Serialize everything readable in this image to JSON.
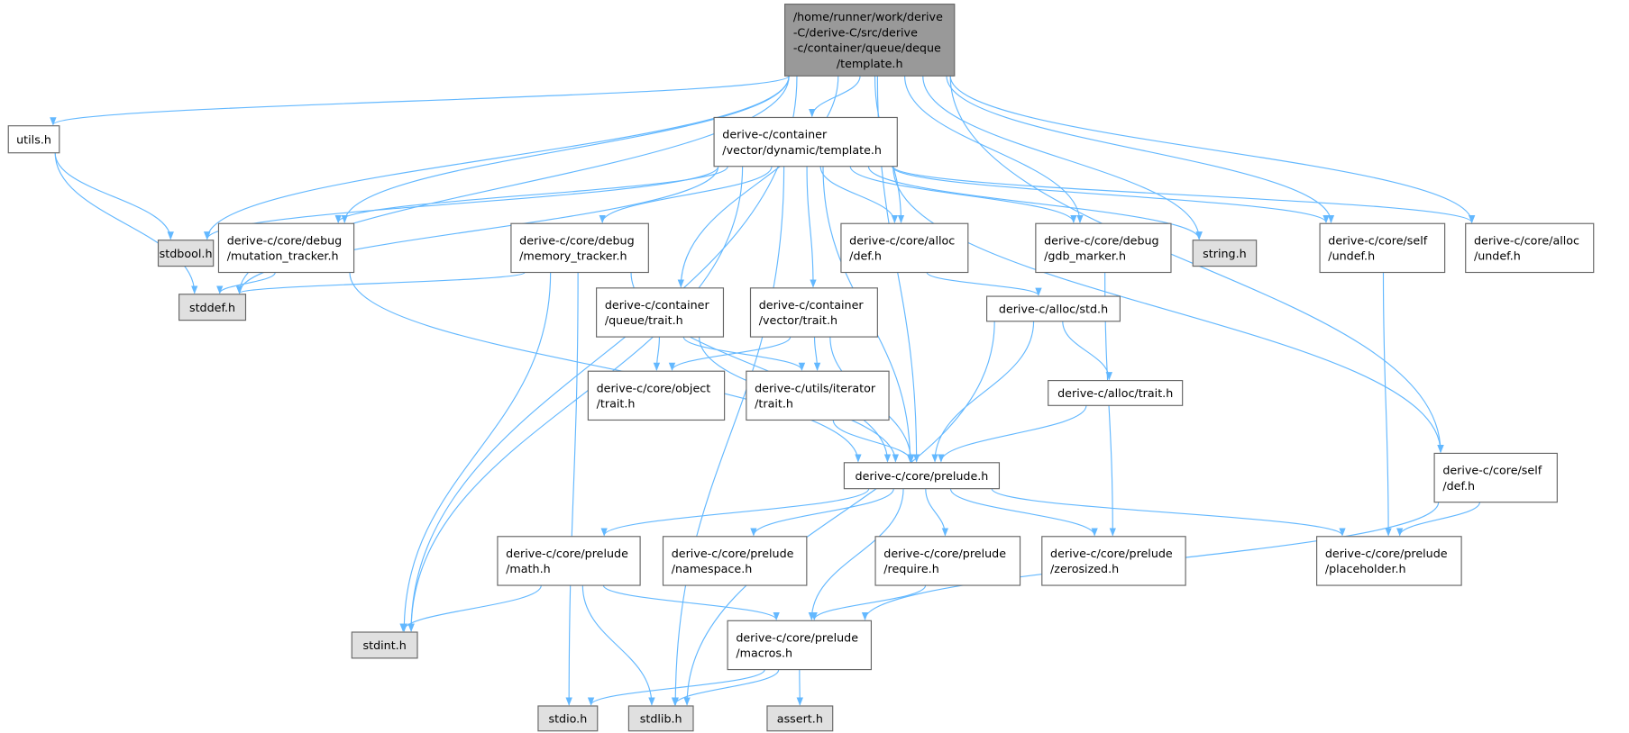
{
  "colors": {
    "edge": "#63b8ff",
    "root_fill": "#999999",
    "system_fill": "#e0e0e0",
    "local_fill": "#ffffff",
    "border": "#666666"
  },
  "nodes": [
    {
      "id": "root",
      "kind": "root",
      "lines": [
        "/home/runner/work/derive",
        "-C/derive-C/src/derive",
        "-c/container/queue/deque",
        "/template.h"
      ]
    },
    {
      "id": "utils",
      "kind": "local",
      "lines": [
        "utils.h"
      ]
    },
    {
      "id": "stdbool",
      "kind": "system",
      "lines": [
        "stdbool.h"
      ]
    },
    {
      "id": "mutation",
      "kind": "local",
      "lines": [
        "derive-c/core/debug",
        "/mutation_tracker.h"
      ]
    },
    {
      "id": "memory",
      "kind": "local",
      "lines": [
        "derive-c/core/debug",
        "/memory_tracker.h"
      ]
    },
    {
      "id": "stddef",
      "kind": "system",
      "lines": [
        "stddef.h"
      ]
    },
    {
      "id": "dynamic",
      "kind": "local",
      "lines": [
        "derive-c/container",
        "/vector/dynamic/template.h"
      ]
    },
    {
      "id": "allocdef",
      "kind": "local",
      "lines": [
        "derive-c/core/alloc",
        "/def.h"
      ]
    },
    {
      "id": "gdb",
      "kind": "local",
      "lines": [
        "derive-c/core/debug",
        "/gdb_marker.h"
      ]
    },
    {
      "id": "string",
      "kind": "system",
      "lines": [
        "string.h"
      ]
    },
    {
      "id": "selfundef",
      "kind": "local",
      "lines": [
        "derive-c/core/self",
        "/undef.h"
      ]
    },
    {
      "id": "allocundef",
      "kind": "local",
      "lines": [
        "derive-c/core/alloc",
        "/undef.h"
      ]
    },
    {
      "id": "queuetrait",
      "kind": "local",
      "lines": [
        "derive-c/container",
        "/queue/trait.h"
      ]
    },
    {
      "id": "vectortrait",
      "kind": "local",
      "lines": [
        "derive-c/container",
        "/vector/trait.h"
      ]
    },
    {
      "id": "allocstd",
      "kind": "local",
      "lines": [
        "derive-c/alloc/std.h"
      ]
    },
    {
      "id": "objecttrait",
      "kind": "local",
      "lines": [
        "derive-c/core/object",
        "/trait.h"
      ]
    },
    {
      "id": "itertrait",
      "kind": "local",
      "lines": [
        "derive-c/utils/iterator",
        "/trait.h"
      ]
    },
    {
      "id": "alloctrait",
      "kind": "local",
      "lines": [
        "derive-c/alloc/trait.h"
      ]
    },
    {
      "id": "prelude",
      "kind": "local",
      "lines": [
        "derive-c/core/prelude.h"
      ]
    },
    {
      "id": "selfdef",
      "kind": "local",
      "lines": [
        "derive-c/core/self",
        "/def.h"
      ]
    },
    {
      "id": "math",
      "kind": "local",
      "lines": [
        "derive-c/core/prelude",
        "/math.h"
      ]
    },
    {
      "id": "namespace",
      "kind": "local",
      "lines": [
        "derive-c/core/prelude",
        "/namespace.h"
      ]
    },
    {
      "id": "require",
      "kind": "local",
      "lines": [
        "derive-c/core/prelude",
        "/require.h"
      ]
    },
    {
      "id": "zerosized",
      "kind": "local",
      "lines": [
        "derive-c/core/prelude",
        "/zerosized.h"
      ]
    },
    {
      "id": "placeholder",
      "kind": "local",
      "lines": [
        "derive-c/core/prelude",
        "/placeholder.h"
      ]
    },
    {
      "id": "stdint",
      "kind": "system",
      "lines": [
        "stdint.h"
      ]
    },
    {
      "id": "macros",
      "kind": "local",
      "lines": [
        "derive-c/core/prelude",
        "/macros.h"
      ]
    },
    {
      "id": "stdio",
      "kind": "system",
      "lines": [
        "stdio.h"
      ]
    },
    {
      "id": "stdlib",
      "kind": "system",
      "lines": [
        "stdlib.h"
      ]
    },
    {
      "id": "assert",
      "kind": "system",
      "lines": [
        "assert.h"
      ]
    }
  ],
  "edges": [
    [
      "root",
      "utils"
    ],
    [
      "root",
      "stdbool"
    ],
    [
      "root",
      "stdint"
    ],
    [
      "root",
      "stddef"
    ],
    [
      "root",
      "mutation"
    ],
    [
      "root",
      "queuetrait"
    ],
    [
      "root",
      "dynamic"
    ],
    [
      "root",
      "allocdef"
    ],
    [
      "root",
      "gdb"
    ],
    [
      "root",
      "string"
    ],
    [
      "root",
      "prelude"
    ],
    [
      "root",
      "selfundef"
    ],
    [
      "root",
      "allocundef"
    ],
    [
      "root",
      "selfdef"
    ],
    [
      "utils",
      "stdbool"
    ],
    [
      "utils",
      "stddef"
    ],
    [
      "dynamic",
      "stdbool"
    ],
    [
      "dynamic",
      "mutation"
    ],
    [
      "dynamic",
      "stddef"
    ],
    [
      "dynamic",
      "stdint"
    ],
    [
      "dynamic",
      "stdlib"
    ],
    [
      "dynamic",
      "memory"
    ],
    [
      "dynamic",
      "vectortrait"
    ],
    [
      "dynamic",
      "prelude"
    ],
    [
      "dynamic",
      "allocdef"
    ],
    [
      "dynamic",
      "gdb"
    ],
    [
      "dynamic",
      "string"
    ],
    [
      "dynamic",
      "selfdef"
    ],
    [
      "dynamic",
      "selfundef"
    ],
    [
      "dynamic",
      "allocundef"
    ],
    [
      "mutation",
      "stddef"
    ],
    [
      "mutation",
      "prelude"
    ],
    [
      "memory",
      "stddef"
    ],
    [
      "memory",
      "stdint"
    ],
    [
      "memory",
      "stdio"
    ],
    [
      "memory",
      "prelude"
    ],
    [
      "queuetrait",
      "objecttrait"
    ],
    [
      "queuetrait",
      "itertrait"
    ],
    [
      "queuetrait",
      "prelude"
    ],
    [
      "vectortrait",
      "objecttrait"
    ],
    [
      "vectortrait",
      "itertrait"
    ],
    [
      "vectortrait",
      "prelude"
    ],
    [
      "allocdef",
      "allocstd"
    ],
    [
      "allocstd",
      "prelude"
    ],
    [
      "allocstd",
      "alloctrait"
    ],
    [
      "allocstd",
      "stdlib"
    ],
    [
      "alloctrait",
      "prelude"
    ],
    [
      "itertrait",
      "prelude"
    ],
    [
      "gdb",
      "zerosized"
    ],
    [
      "selfundef",
      "placeholder"
    ],
    [
      "prelude",
      "math"
    ],
    [
      "prelude",
      "namespace"
    ],
    [
      "prelude",
      "require"
    ],
    [
      "prelude",
      "zerosized"
    ],
    [
      "prelude",
      "placeholder"
    ],
    [
      "prelude",
      "macros"
    ],
    [
      "selfdef",
      "placeholder"
    ],
    [
      "selfdef",
      "macros"
    ],
    [
      "math",
      "stdint"
    ],
    [
      "math",
      "stdlib"
    ],
    [
      "math",
      "macros"
    ],
    [
      "require",
      "macros"
    ],
    [
      "macros",
      "stdio"
    ],
    [
      "macros",
      "stdlib"
    ],
    [
      "macros",
      "assert"
    ]
  ]
}
